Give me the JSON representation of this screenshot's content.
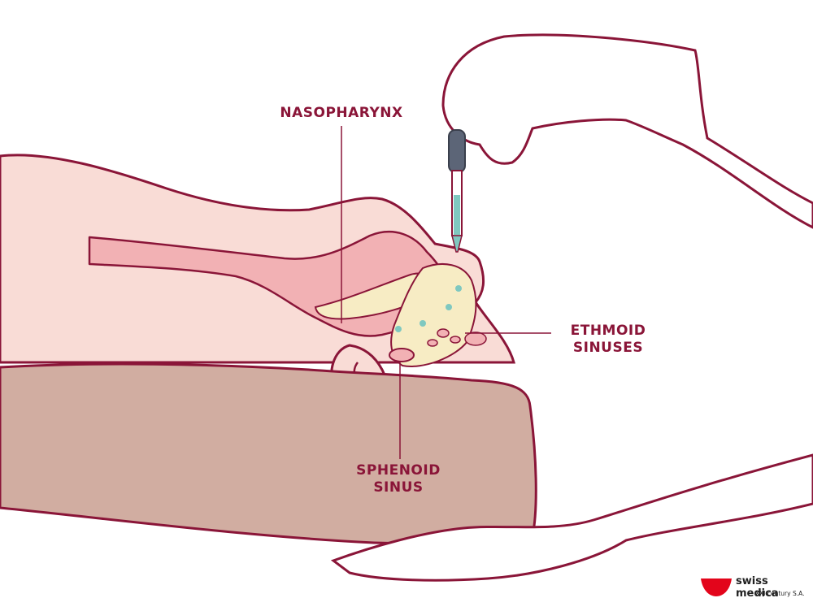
{
  "labels": {
    "nasopharynx": "NASOPHARYNX",
    "ethmoid_line1": "ETHMOID",
    "ethmoid_line2": "SINUSES",
    "sphenoid_line1": "SPHENOID",
    "sphenoid_line2": "SINUS"
  },
  "logo": {
    "name": "swiss medica",
    "subtitle": "XXI century S.A.",
    "icon": "half-circle-logo-icon"
  },
  "colors": {
    "outline": "#8a1538",
    "skin": "#f9dcd6",
    "pillow": "#d1ada1",
    "airway": "#ee9aa2",
    "bone": "#f7ecc4",
    "fluid": "#7fc8c0",
    "logo_red": "#e3051b"
  }
}
